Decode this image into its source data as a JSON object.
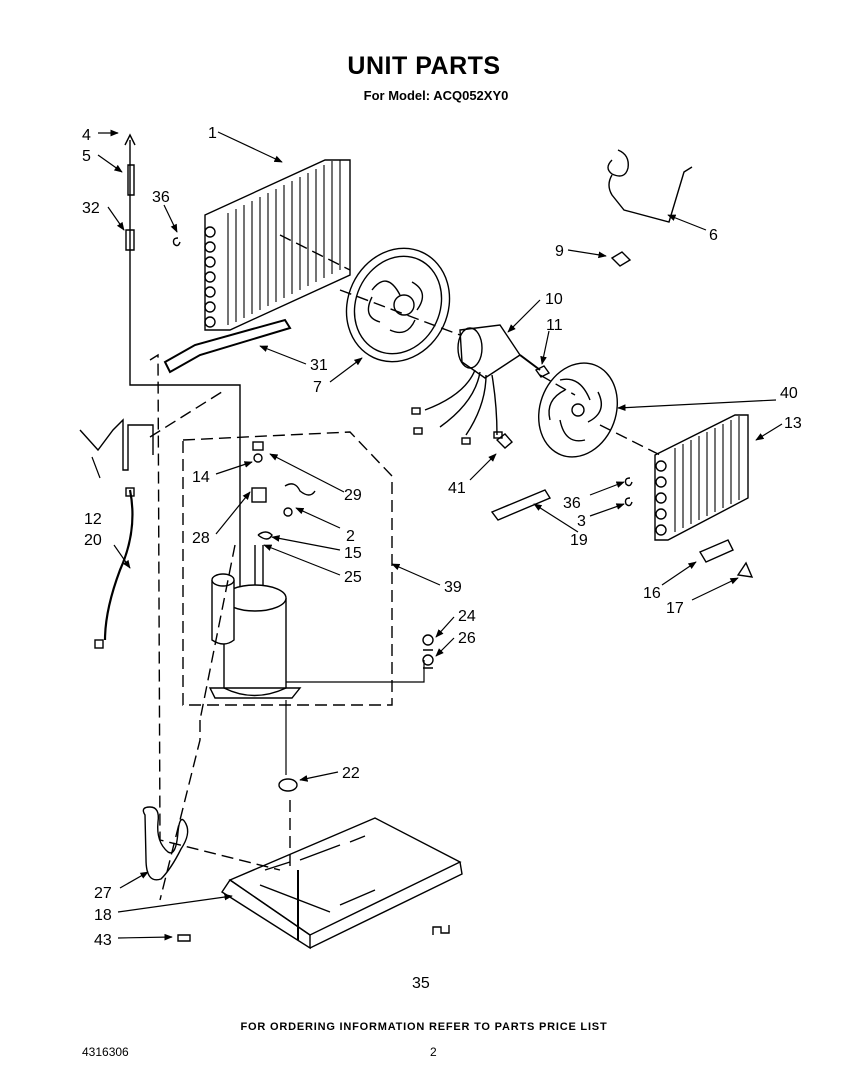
{
  "header": {
    "title": "UNIT PARTS",
    "model_line": "For Model: ACQ052XY0"
  },
  "parts": [
    "1",
    "2",
    "3",
    "4",
    "5",
    "6",
    "7",
    "9",
    "10",
    "11",
    "12",
    "13",
    "14",
    "15",
    "16",
    "17",
    "18",
    "19",
    "20",
    "22",
    "24",
    "25",
    "26",
    "27",
    "28",
    "29",
    "31",
    "32",
    "35",
    "36",
    "36",
    "39",
    "40",
    "41",
    "43"
  ],
  "footer": {
    "ordering_note": "FOR ORDERING INFORMATION REFER TO PARTS PRICE LIST",
    "doc_number": "4316306",
    "page_number": "2"
  }
}
